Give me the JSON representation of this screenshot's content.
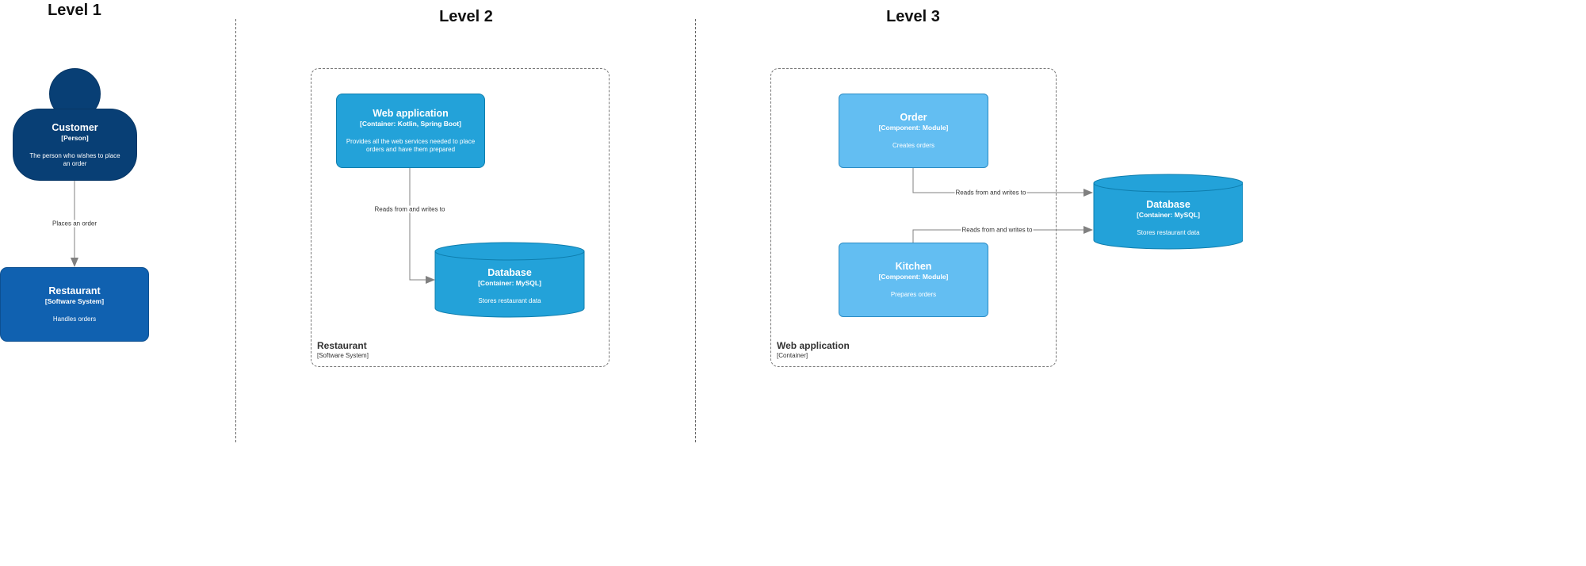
{
  "colors": {
    "person": "#083f75",
    "software_system": "#1061b0",
    "container": "#23a2d9",
    "component": "#63bef2",
    "arrow": "#808080"
  },
  "levels": [
    {
      "title": "Level 1"
    },
    {
      "title": "Level 2"
    },
    {
      "title": "Level 3"
    }
  ],
  "level1": {
    "customer": {
      "name": "Customer",
      "type": "[Person]",
      "description": "The person who wishes to place an order"
    },
    "restaurant": {
      "name": "Restaurant",
      "type": "[Software System]",
      "description": "Handles orders"
    },
    "edge_label": "Places an order"
  },
  "level2": {
    "boundary": {
      "name": "Restaurant",
      "type": "[Software System]"
    },
    "web_app": {
      "name": "Web application",
      "type": "[Container: Kotlin, Spring Boot]",
      "description": "Provides all the web services needed to place orders and have them prepared"
    },
    "database": {
      "name": "Database",
      "type": "[Container: MySQL]",
      "description": "Stores restaurant data"
    },
    "edge_label": "Reads from and writes to"
  },
  "level3": {
    "boundary": {
      "name": "Web application",
      "type": "[Container]"
    },
    "order": {
      "name": "Order",
      "type": "[Component: Module]",
      "description": "Creates orders"
    },
    "kitchen": {
      "name": "Kitchen",
      "type": "[Component: Module]",
      "description": "Prepares orders"
    },
    "database": {
      "name": "Database",
      "type": "[Container: MySQL]",
      "description": "Stores restaurant data"
    },
    "edge_label_order": "Reads from and writes to",
    "edge_label_kitchen": "Reads from and writes to"
  }
}
